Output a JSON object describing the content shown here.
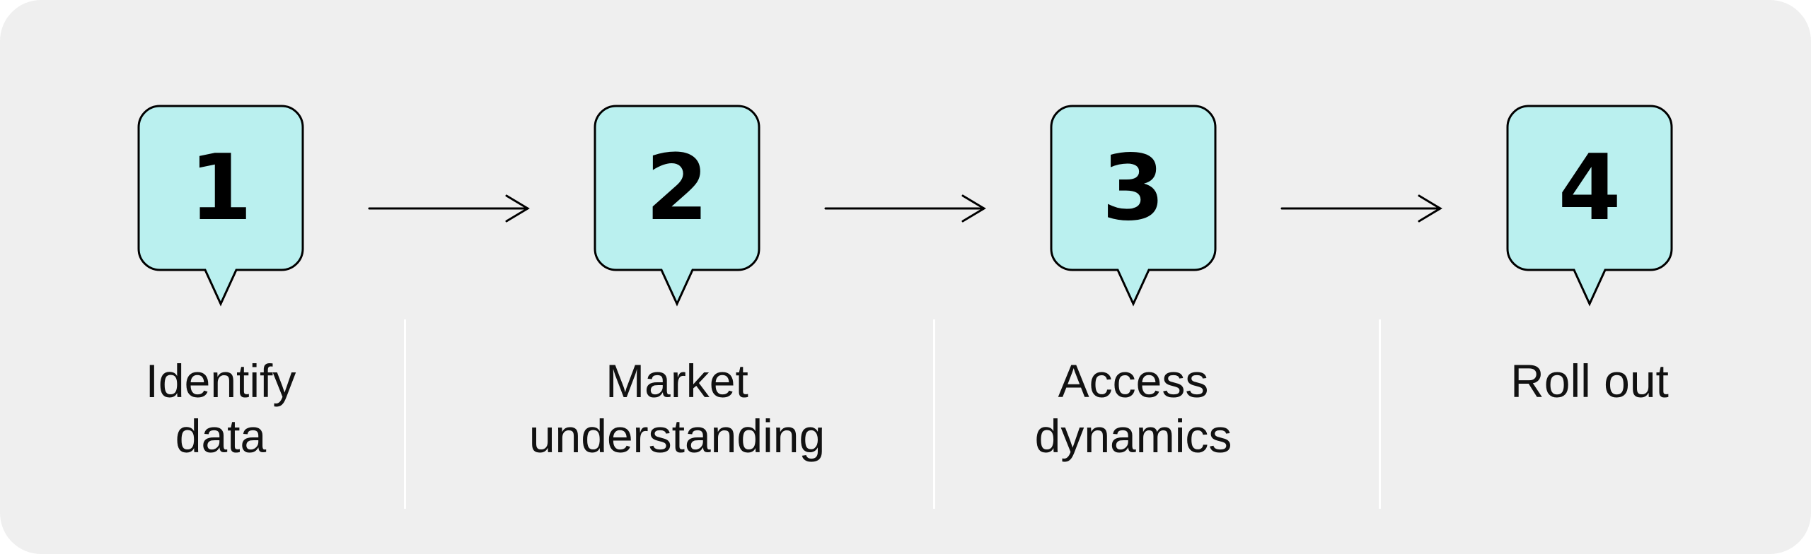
{
  "colors": {
    "background": "#efefef",
    "bubble_fill": "#baf0ef",
    "stroke": "#000000",
    "divider": "#ffffff"
  },
  "steps": [
    {
      "number": "1",
      "label_line1": "Identify",
      "label_line2": "data"
    },
    {
      "number": "2",
      "label_line1": "Market",
      "label_line2": "understanding"
    },
    {
      "number": "3",
      "label_line1": "Access",
      "label_line2": "dynamics"
    },
    {
      "number": "4",
      "label_line1": "Roll out",
      "label_line2": ""
    }
  ]
}
